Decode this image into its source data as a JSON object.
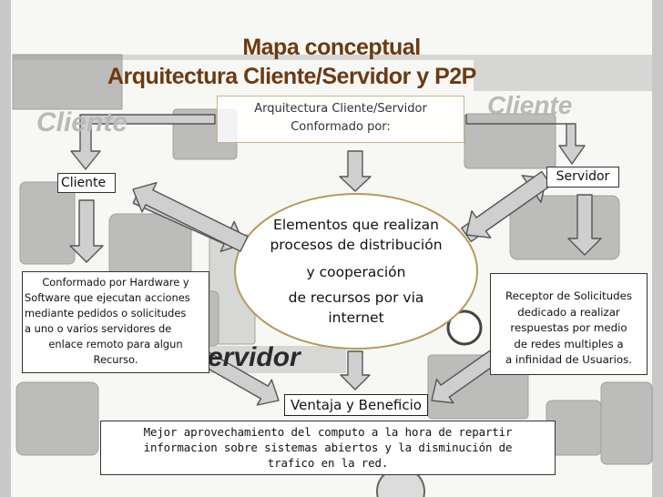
{
  "title": {
    "line1": "Mapa conceptual",
    "line2": "Arquitectura Cliente/Servidor y P2P"
  },
  "header_box": {
    "line1": "Arquitectura Cliente/Servidor",
    "line2": "Conformado por:"
  },
  "nodes": {
    "cliente": "Cliente",
    "servidor": "Servidor",
    "center": {
      "line1": "Elementos que realizan",
      "line2": "procesos de distribución",
      "line3": "y  cooperación",
      "line4": "de recursos por via",
      "line5": "internet"
    },
    "cliente_desc": {
      "line1": "Conformado por Hardware y",
      "line2": "Software que ejecutan acciones",
      "line3": "mediante pedidos o solicitudes",
      "line4": "a uno o varios servidores de",
      "line5": "enlace remoto para algun",
      "line6": "Recurso."
    },
    "servidor_desc": {
      "line1": "Receptor de Solicitudes",
      "line2": "dedicado a realizar",
      "line3": "respuestas por medio",
      "line4": "de redes multiples a",
      "line5": "a infinidad de Usuarios."
    },
    "ventaja": "Ventaja y Beneficio",
    "beneficio": {
      "line1": "Mejor aprovechamiento del computo a la hora de repartir",
      "line2": "informacion sobre sistemas abiertos y la disminución de",
      "line3": "trafico en la red."
    }
  },
  "background_words": {
    "cliente_left": "Cliente",
    "cliente_right": "Cliente",
    "servidor": "ervidor"
  },
  "colors": {
    "title": "#6b3a12",
    "arrow_fill": "#cfcfcf",
    "arrow_stroke": "#555555",
    "ellipse_stroke": "#b79a5a",
    "side_bars": "#c8c8c8"
  }
}
